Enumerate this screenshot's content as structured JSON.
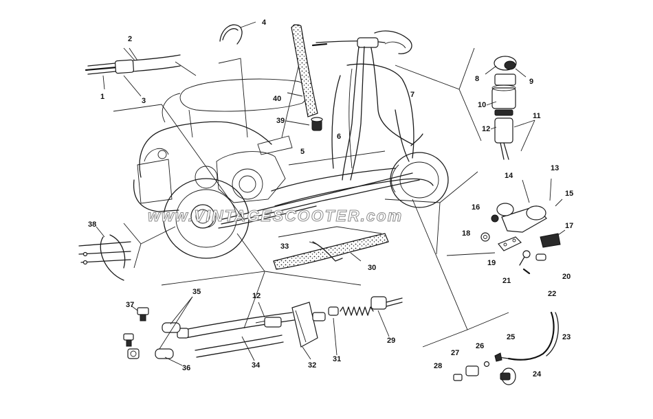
{
  "watermark": "www.VINTAGESCOOTER.com",
  "callouts": {
    "c1": "1",
    "c2": "2",
    "c3": "3",
    "c4": "4",
    "c5": "5",
    "c6": "6",
    "c7": "7",
    "c8": "8",
    "c9": "9",
    "c10": "10",
    "c11": "11",
    "c12a": "12",
    "c12b": "12",
    "c13": "13",
    "c14": "14",
    "c15": "15",
    "c16": "16",
    "c17": "17",
    "c18": "18",
    "c19": "19",
    "c20": "20",
    "c21": "21",
    "c22": "22",
    "c23": "23",
    "c24": "24",
    "c25": "25",
    "c26": "26",
    "c27": "27",
    "c28": "28",
    "c29": "29",
    "c30": "30",
    "c31": "31",
    "c32": "32",
    "c33": "33",
    "c34": "34",
    "c35": "35",
    "c36": "36",
    "c37": "37",
    "c38": "38",
    "c39": "39",
    "c40": "40"
  }
}
